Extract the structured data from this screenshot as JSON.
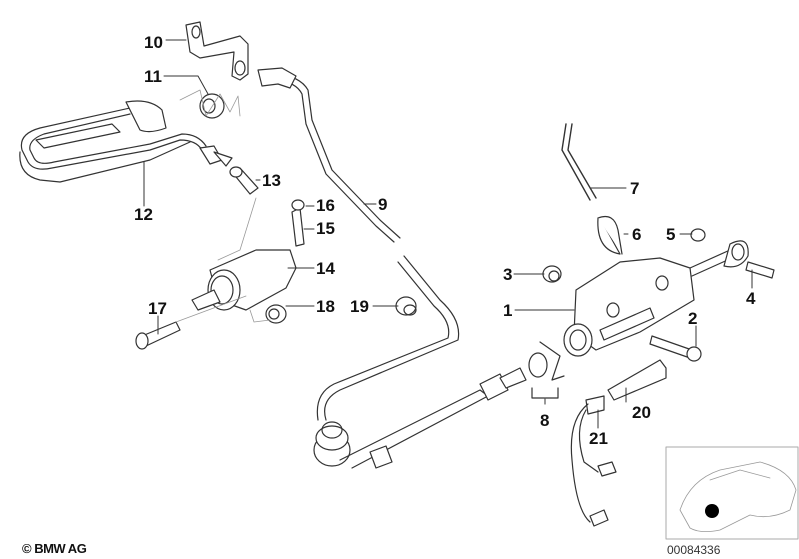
{
  "diagram": {
    "title": "Clutch master / slave cylinder parts diagram",
    "parts": [
      {
        "num": "1"
      },
      {
        "num": "2"
      },
      {
        "num": "3"
      },
      {
        "num": "4"
      },
      {
        "num": "5"
      },
      {
        "num": "6"
      },
      {
        "num": "7"
      },
      {
        "num": "8"
      },
      {
        "num": "9"
      },
      {
        "num": "10"
      },
      {
        "num": "11"
      },
      {
        "num": "12"
      },
      {
        "num": "13"
      },
      {
        "num": "14"
      },
      {
        "num": "15"
      },
      {
        "num": "16"
      },
      {
        "num": "17"
      },
      {
        "num": "18"
      },
      {
        "num": "19"
      },
      {
        "num": "20"
      },
      {
        "num": "21"
      }
    ]
  },
  "footer": {
    "copyright": "© BMW AG",
    "reference_number": "00084336"
  },
  "colors": {
    "line": "#333333",
    "label": "#111111",
    "locator_dot": "#000000"
  }
}
